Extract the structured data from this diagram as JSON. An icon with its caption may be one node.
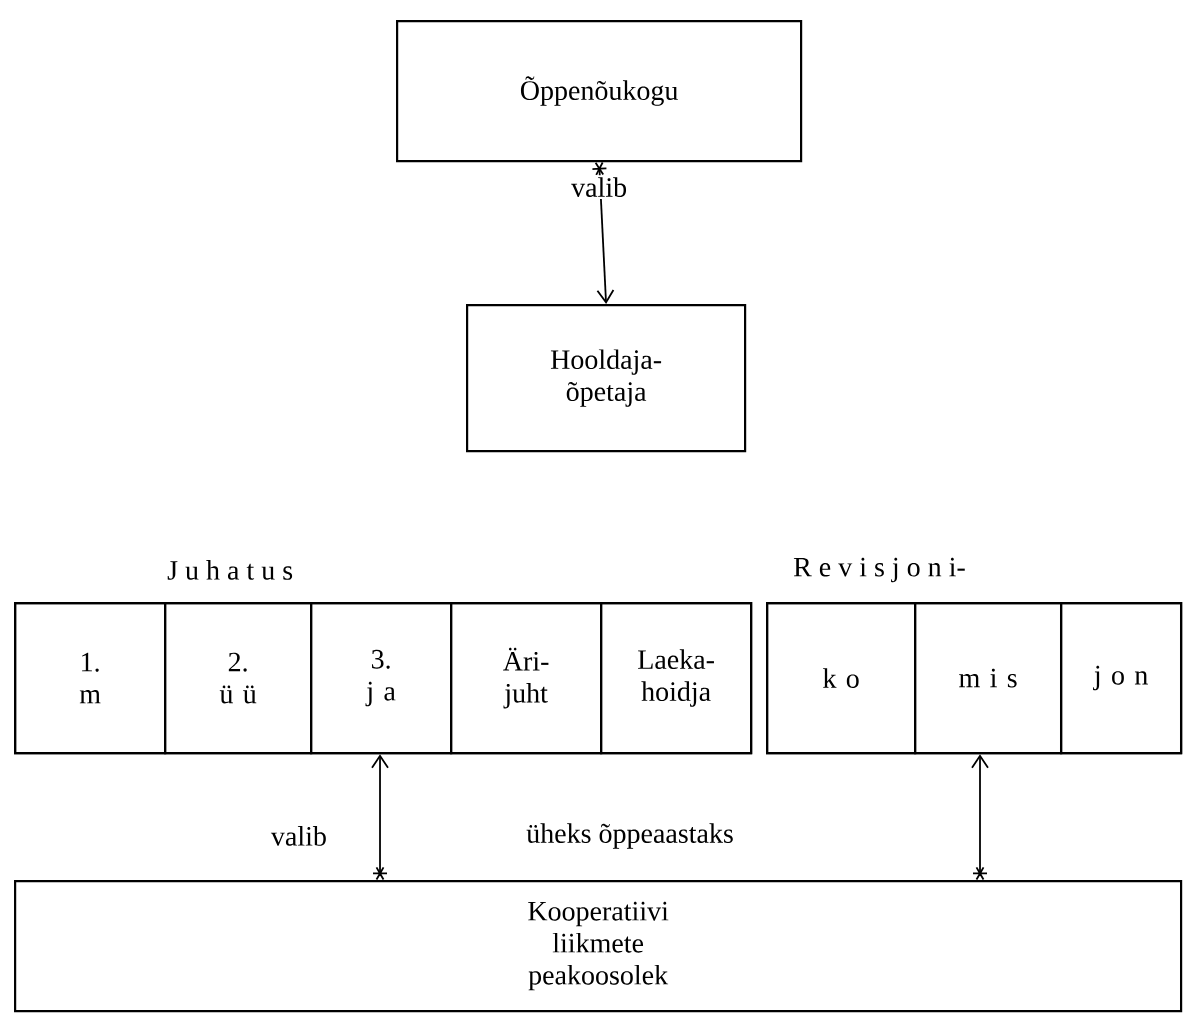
{
  "diagram": {
    "nodes": [
      {
        "text": [
          "Õppenõukogu"
        ]
      },
      {
        "text": [
          "Hooldaja- õpetaja"
        ]
      },
      {
        "text": [
          "J u h a t u s"
        ]
      },
      {
        "text": [
          "1.",
          "m"
        ],
        "in": 2
      },
      {
        "text": [
          "2.",
          "ü ü"
        ],
        "in": 2
      },
      {
        "text": [
          "3.",
          "j a"
        ],
        "in": 2
      },
      {
        "text": [
          "Äri- juht"
        ],
        "in": 2
      },
      {
        "text": [
          "Laeka- hoidja"
        ],
        "in": 2
      },
      {
        "text": [
          "R e v i s j o n i-"
        ]
      },
      {
        "text": [
          "k o"
        ],
        "in": 8
      },
      {
        "text": [
          "m i s"
        ],
        "in": 8
      },
      {
        "text": [
          "j o n"
        ],
        "in": 8
      },
      {
        "text": [
          "Kooperatiivi liikmete peakoosolek"
        ]
      }
    ],
    "edges": [
      {
        "from": 0,
        "to": 1,
        "arrow": "to",
        "label": "valib"
      },
      {
        "from": 12,
        "to": 5,
        "arrow": "to"
      },
      {
        "from": 12,
        "to": 10,
        "arrow": "to"
      }
    ],
    "labels": [
      "valib",
      "üheks õppeaastaks"
    ]
  }
}
